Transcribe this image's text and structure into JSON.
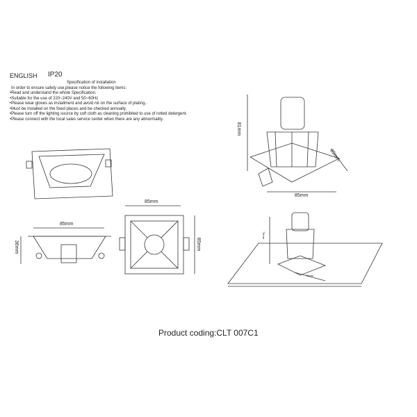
{
  "header": {
    "language": "ENGLISH",
    "ip_rating": "IP20"
  },
  "spec": {
    "title": "Specification of installation",
    "intro": "In order to ensure safety use,please notice the following items:",
    "items": [
      "•Read and understand the whole Specification.",
      "•Suitable for the use of 220~240V and 50~60Hz",
      "•Please wear gloves as installment and avoid rot on the surface of plating..",
      "•Must be installed on the fixed places and be checked annually.",
      "•Please turn off the lighting source by soft cloth as cleaning prohibited to use of rotted detergent.",
      "•Please connect with the local sales service center when there are any abnormality."
    ]
  },
  "dimensions": {
    "side_width": "85mm",
    "side_height": "36mm",
    "top_width": "85mm",
    "top_height": "85mm",
    "iso_height": "81mm",
    "iso_depth": "85mm",
    "iso_width": "85mm",
    "install_height": "75mm",
    "install_cutout": "75mm"
  },
  "footer": {
    "product_coding": "Product coding:CLT 007C1"
  }
}
